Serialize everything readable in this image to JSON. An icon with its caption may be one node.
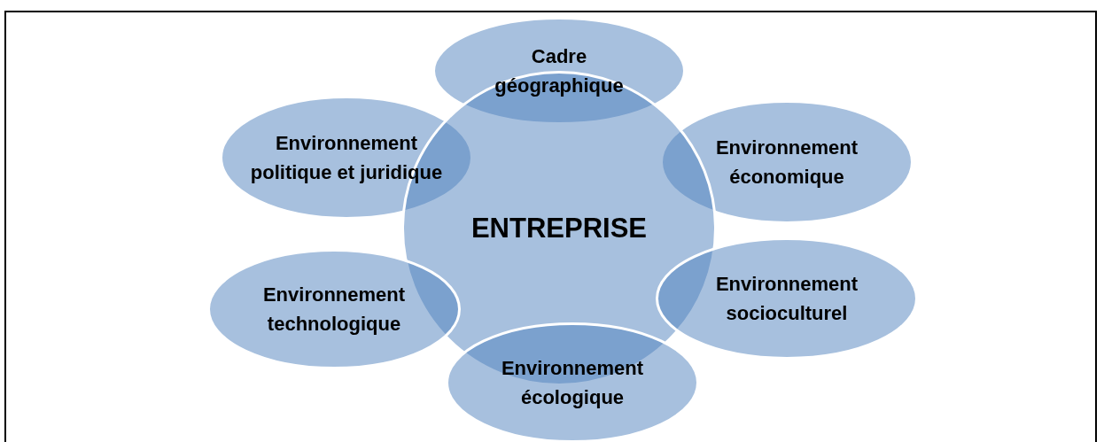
{
  "diagram": {
    "nodes": [
      {
        "text": [
          "Cadre géographique"
        ]
      },
      {
        "text": [
          "Environnement politique et juridique"
        ]
      },
      {
        "text": [
          "Environnement économique"
        ]
      },
      {
        "text": [
          "ENTREPRISE"
        ]
      },
      {
        "text": [
          "Environnement technologique"
        ]
      },
      {
        "text": [
          "Environnement socioculturel"
        ]
      },
      {
        "text": [
          "Environnement écologique"
        ]
      }
    ],
    "edges": []
  }
}
